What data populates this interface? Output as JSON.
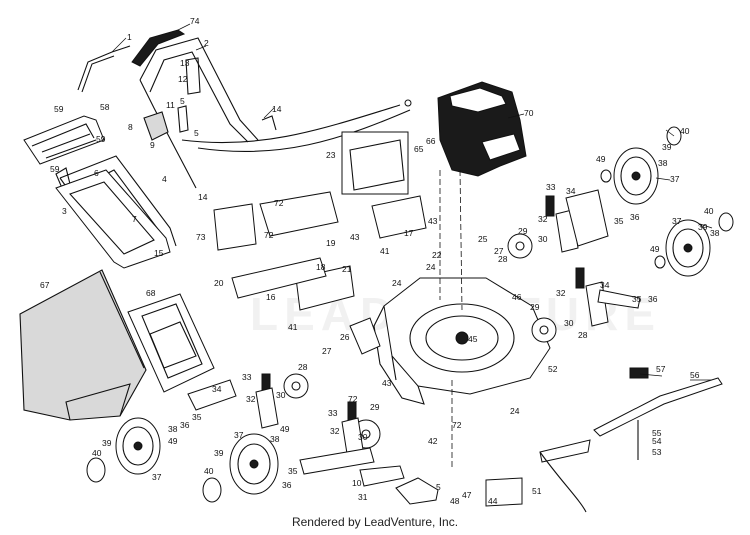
{
  "credit": "Rendered by LeadVenture, Inc.",
  "watermark": "LEADVENTURE",
  "callouts": [
    {
      "id": "c1",
      "text": "1"
    },
    {
      "id": "c74",
      "text": "74"
    },
    {
      "id": "c2",
      "text": "2"
    },
    {
      "id": "c13",
      "text": "13"
    },
    {
      "id": "c12",
      "text": "12"
    },
    {
      "id": "c11",
      "text": "11"
    },
    {
      "id": "c5a",
      "text": "5"
    },
    {
      "id": "c8",
      "text": "8"
    },
    {
      "id": "c9",
      "text": "9"
    },
    {
      "id": "c5b",
      "text": "5"
    },
    {
      "id": "c14a",
      "text": "14"
    },
    {
      "id": "c14b",
      "text": "14"
    },
    {
      "id": "c4",
      "text": "4"
    },
    {
      "id": "c59a",
      "text": "59"
    },
    {
      "id": "c58",
      "text": "58"
    },
    {
      "id": "c59b",
      "text": "59"
    },
    {
      "id": "c59c",
      "text": "59"
    },
    {
      "id": "c6",
      "text": "6"
    },
    {
      "id": "c3",
      "text": "3"
    },
    {
      "id": "c7",
      "text": "7"
    },
    {
      "id": "c15",
      "text": "15"
    },
    {
      "id": "c23",
      "text": "23"
    },
    {
      "id": "c65",
      "text": "65"
    },
    {
      "id": "c66",
      "text": "66"
    },
    {
      "id": "c70",
      "text": "70"
    },
    {
      "id": "c40a",
      "text": "40"
    },
    {
      "id": "c39a",
      "text": "39"
    },
    {
      "id": "c38a",
      "text": "38"
    },
    {
      "id": "c49a",
      "text": "49"
    },
    {
      "id": "c37a",
      "text": "37"
    },
    {
      "id": "c33a",
      "text": "33"
    },
    {
      "id": "c34a",
      "text": "34"
    },
    {
      "id": "c32a",
      "text": "32"
    },
    {
      "id": "c35a",
      "text": "35"
    },
    {
      "id": "c36a",
      "text": "36"
    },
    {
      "id": "c37b",
      "text": "37"
    },
    {
      "id": "c40b",
      "text": "40"
    },
    {
      "id": "c39b",
      "text": "39"
    },
    {
      "id": "c38b",
      "text": "38"
    },
    {
      "id": "c49b",
      "text": "49"
    },
    {
      "id": "c72a",
      "text": "72"
    },
    {
      "id": "c73",
      "text": "73"
    },
    {
      "id": "c72b",
      "text": "72"
    },
    {
      "id": "c19",
      "text": "19"
    },
    {
      "id": "c43a",
      "text": "43"
    },
    {
      "id": "c17",
      "text": "17"
    },
    {
      "id": "c43b",
      "text": "43"
    },
    {
      "id": "c29a",
      "text": "29"
    },
    {
      "id": "c30a",
      "text": "30"
    },
    {
      "id": "c25",
      "text": "25"
    },
    {
      "id": "c27a",
      "text": "27"
    },
    {
      "id": "c28a",
      "text": "28"
    },
    {
      "id": "c41",
      "text": "41"
    },
    {
      "id": "c20",
      "text": "20"
    },
    {
      "id": "c16",
      "text": "16"
    },
    {
      "id": "c18",
      "text": "18"
    },
    {
      "id": "c21",
      "text": "21"
    },
    {
      "id": "c22",
      "text": "22"
    },
    {
      "id": "c41b",
      "text": "41"
    },
    {
      "id": "c24a",
      "text": "24"
    },
    {
      "id": "c24b",
      "text": "24"
    },
    {
      "id": "c46",
      "text": "46"
    },
    {
      "id": "c32b",
      "text": "32"
    },
    {
      "id": "c34b",
      "text": "34"
    },
    {
      "id": "c35b",
      "text": "35"
    },
    {
      "id": "c36b",
      "text": "36"
    },
    {
      "id": "c29b",
      "text": "29"
    },
    {
      "id": "c30b",
      "text": "30"
    },
    {
      "id": "c28b",
      "text": "28"
    },
    {
      "id": "c67",
      "text": "67"
    },
    {
      "id": "c68",
      "text": "68"
    },
    {
      "id": "c26",
      "text": "26"
    },
    {
      "id": "c27b",
      "text": "27"
    },
    {
      "id": "c45",
      "text": "45"
    },
    {
      "id": "c43c",
      "text": "43"
    },
    {
      "id": "c52",
      "text": "52"
    },
    {
      "id": "c57",
      "text": "57"
    },
    {
      "id": "c56",
      "text": "56"
    },
    {
      "id": "c24c",
      "text": "24"
    },
    {
      "id": "c33b",
      "text": "33"
    },
    {
      "id": "c34c",
      "text": "34"
    },
    {
      "id": "c28c",
      "text": "28"
    },
    {
      "id": "c32c",
      "text": "32"
    },
    {
      "id": "c30c",
      "text": "30"
    },
    {
      "id": "c35c",
      "text": "35"
    },
    {
      "id": "c36c",
      "text": "36"
    },
    {
      "id": "c38c",
      "text": "38"
    },
    {
      "id": "c49c",
      "text": "49"
    },
    {
      "id": "c39c",
      "text": "39"
    },
    {
      "id": "c40c",
      "text": "40"
    },
    {
      "id": "c37c",
      "text": "37"
    },
    {
      "id": "c33c",
      "text": "33"
    },
    {
      "id": "c72c",
      "text": "72"
    },
    {
      "id": "c29c",
      "text": "29"
    },
    {
      "id": "c32d",
      "text": "32"
    },
    {
      "id": "c30d",
      "text": "30"
    },
    {
      "id": "c37d",
      "text": "37"
    },
    {
      "id": "c39d",
      "text": "39"
    },
    {
      "id": "c40d",
      "text": "40"
    },
    {
      "id": "c38d",
      "text": "38"
    },
    {
      "id": "c49d",
      "text": "49"
    },
    {
      "id": "c35d",
      "text": "35"
    },
    {
      "id": "c36d",
      "text": "36"
    },
    {
      "id": "c42",
      "text": "42"
    },
    {
      "id": "c72d",
      "text": "72"
    },
    {
      "id": "c5c",
      "text": "5"
    },
    {
      "id": "c10",
      "text": "10"
    },
    {
      "id": "c31",
      "text": "31"
    },
    {
      "id": "c47",
      "text": "47"
    },
    {
      "id": "c48",
      "text": "48"
    },
    {
      "id": "c44",
      "text": "44"
    },
    {
      "id": "c51",
      "text": "51"
    },
    {
      "id": "c55",
      "text": "55"
    },
    {
      "id": "c54",
      "text": "54"
    },
    {
      "id": "c53",
      "text": "53"
    }
  ]
}
